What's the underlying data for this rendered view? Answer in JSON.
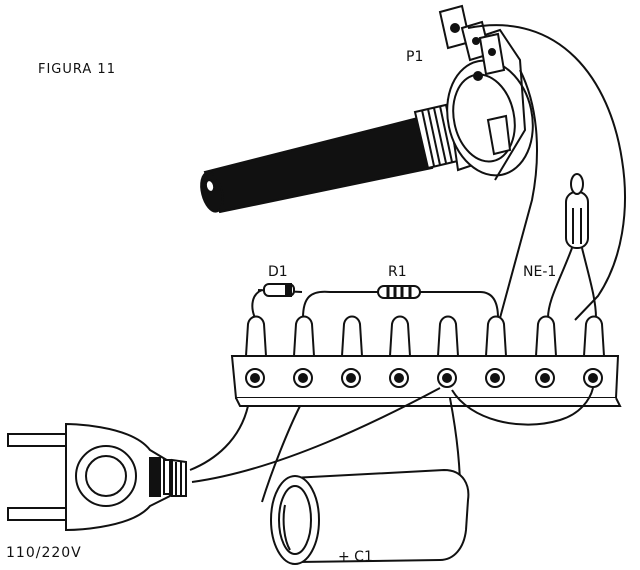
{
  "figure_label": "FIGURA 11",
  "labels": {
    "potentiometer": "P1",
    "diode": "D1",
    "resistor": "R1",
    "neon_lamp": "NE-1",
    "capacitor": "+ C1",
    "voltage": "110/220V"
  },
  "terminal_strip": {
    "terminal_count": 8
  },
  "colors": {
    "ink": "#111111",
    "paper": "#ffffff"
  }
}
